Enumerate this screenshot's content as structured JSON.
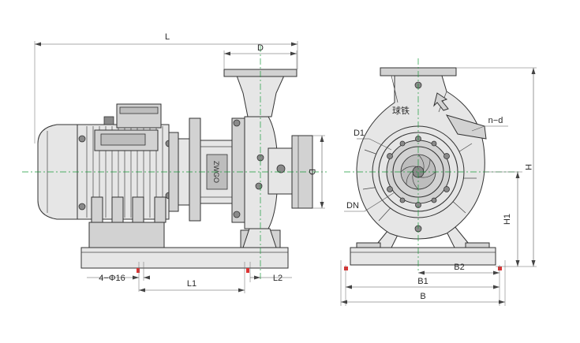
{
  "labels": {
    "L": "L",
    "D_top": "D",
    "D_side": "D",
    "phi_holes": "4−Φ16",
    "L1": "L1",
    "L2": "L2",
    "D1": "D1",
    "DN": "DN",
    "n_d": "n−d",
    "H": "H",
    "H1": "H1",
    "B2": "B2",
    "B1": "B1",
    "B": "B",
    "casing_mark": "球铁"
  }
}
